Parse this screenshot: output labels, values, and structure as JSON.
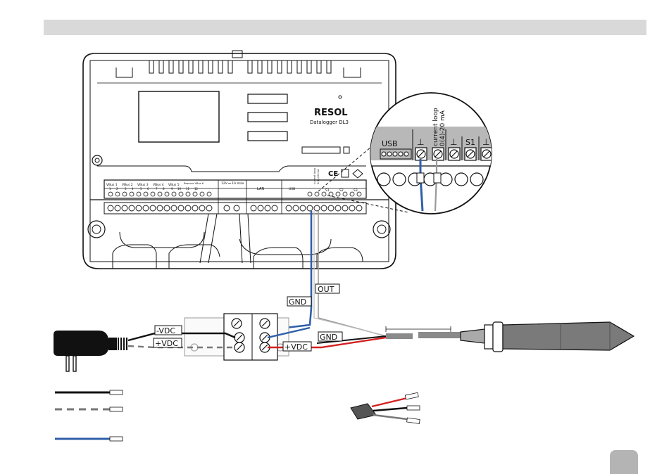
{
  "device": {
    "brand": "RESOL",
    "model": "Datalogger DL3"
  },
  "terminals": {
    "vbus_labels": [
      "VBus 1",
      "VBus 2",
      "VBus 3",
      "VBus 4",
      "VBus 5",
      "Reserve VBus 6"
    ],
    "numbers": [
      "1",
      "2",
      "3",
      "4",
      "5",
      "6",
      "7",
      "8",
      "9",
      "10",
      "11",
      "12"
    ],
    "power_label": "12V ⎓ 1A max",
    "lan_label": "LAN",
    "usb_label": "USB",
    "current_loop_label": "current loop",
    "current_loop_range": "0(4)-20 mA",
    "s_labels": [
      "S1",
      "S2",
      "S3"
    ]
  },
  "magnifier": {
    "usb": "USB",
    "ground": "⊥",
    "current_loop": "current loop",
    "current_range": "0(4)-20 mA",
    "s1": "S1"
  },
  "wire_labels": {
    "out": "OUT",
    "gnd_upper": "GND",
    "gnd_lower": "GND",
    "neg_vdc": "-VDC",
    "pos_vdc_left": "+VDC",
    "pos_vdc_right": "+VDC"
  },
  "colors": {
    "wire_black": "#111111",
    "wire_blue": "#2f5fa8",
    "wire_red": "#d42020",
    "wire_gray": "#9a9a9a",
    "cable_gray": "#7a7a7a"
  }
}
